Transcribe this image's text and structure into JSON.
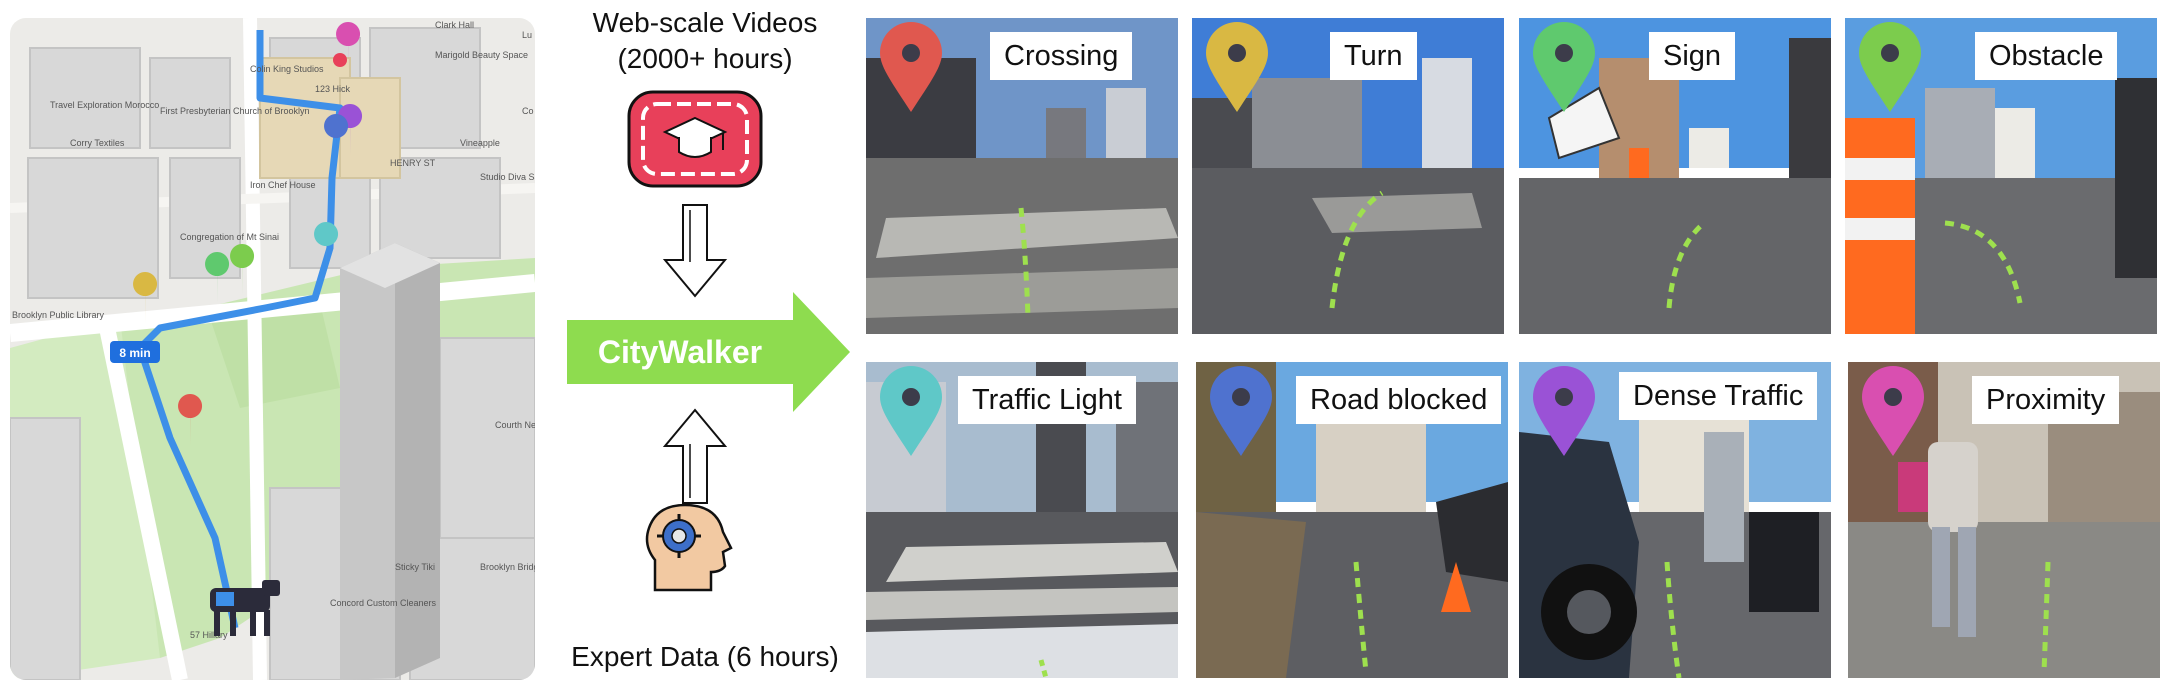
{
  "map": {
    "places": [
      "Clark Hall",
      "Colin King Studios",
      "Marigold Beauty Space",
      "123 Hick",
      "Travel Exploration Morocco",
      "First Presbyterian Church of Brooklyn",
      "Corry Textiles",
      "Vineapple",
      "HENRY ST",
      "Iron Chef House",
      "Studio Diva Salon & Spa",
      "Congregation of Mt Sinai",
      "Brooklyn Public Library",
      "Courth News S",
      "Sticky Tiki",
      "Brooklyn Bridge Ca",
      "Concord Custom Cleaners",
      "57 Hillary",
      "Lu",
      "Co"
    ],
    "eta_label": "8 min"
  },
  "pipeline": {
    "source_title": "Web-scale Videos",
    "source_subtitle": "(2000+ hours)",
    "model_name": "CityWalker",
    "expert_label": "Expert Data (6 hours)"
  },
  "scenes": [
    {
      "label": "Crossing",
      "pin_color": "#e0584f"
    },
    {
      "label": "Turn",
      "pin_color": "#d9b843"
    },
    {
      "label": "Sign",
      "pin_color": "#5fc96e"
    },
    {
      "label": "Obstacle",
      "pin_color": "#7ccc4d"
    },
    {
      "label": "Traffic Light",
      "pin_color": "#5fc8c8"
    },
    {
      "label": "Road blocked",
      "pin_color": "#4f72cf"
    },
    {
      "label": "Dense Traffic",
      "pin_color": "#9a52d6"
    },
    {
      "label": "Proximity",
      "pin_color": "#d94fb0"
    }
  ],
  "colors": {
    "route": "#3d8fe8",
    "arrow": "#8edc4f",
    "trajectory": "#9ee04e",
    "youtube_red": "#e8405a"
  }
}
